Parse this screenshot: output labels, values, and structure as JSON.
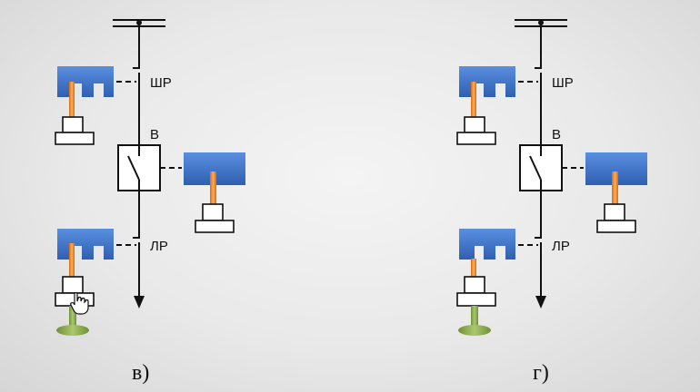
{
  "diagrams": [
    {
      "caption": "в)",
      "labels": {
        "top_disconnector": "ШР",
        "breaker": "В",
        "line_disconnector": "ЛР"
      },
      "breaker_drive": "rod-extended",
      "top_drive_lever": "rod-full",
      "line_drive_lever": "rod-full",
      "line_drive_key": "inserted",
      "cursor": "hand-cursor-icon"
    },
    {
      "caption": "г)",
      "labels": {
        "top_disconnector": "ШР",
        "breaker": "В",
        "line_disconnector": "ЛР"
      },
      "breaker_drive": "rod-extended",
      "top_drive_lever": "rod-full",
      "line_drive_lever": "rod-short",
      "line_drive_key": "inserted"
    }
  ],
  "colors": {
    "drive_blue": "#3f72c4",
    "rod_orange": "#f08a24",
    "key_green": "#8fae4f",
    "line": "#111111"
  }
}
